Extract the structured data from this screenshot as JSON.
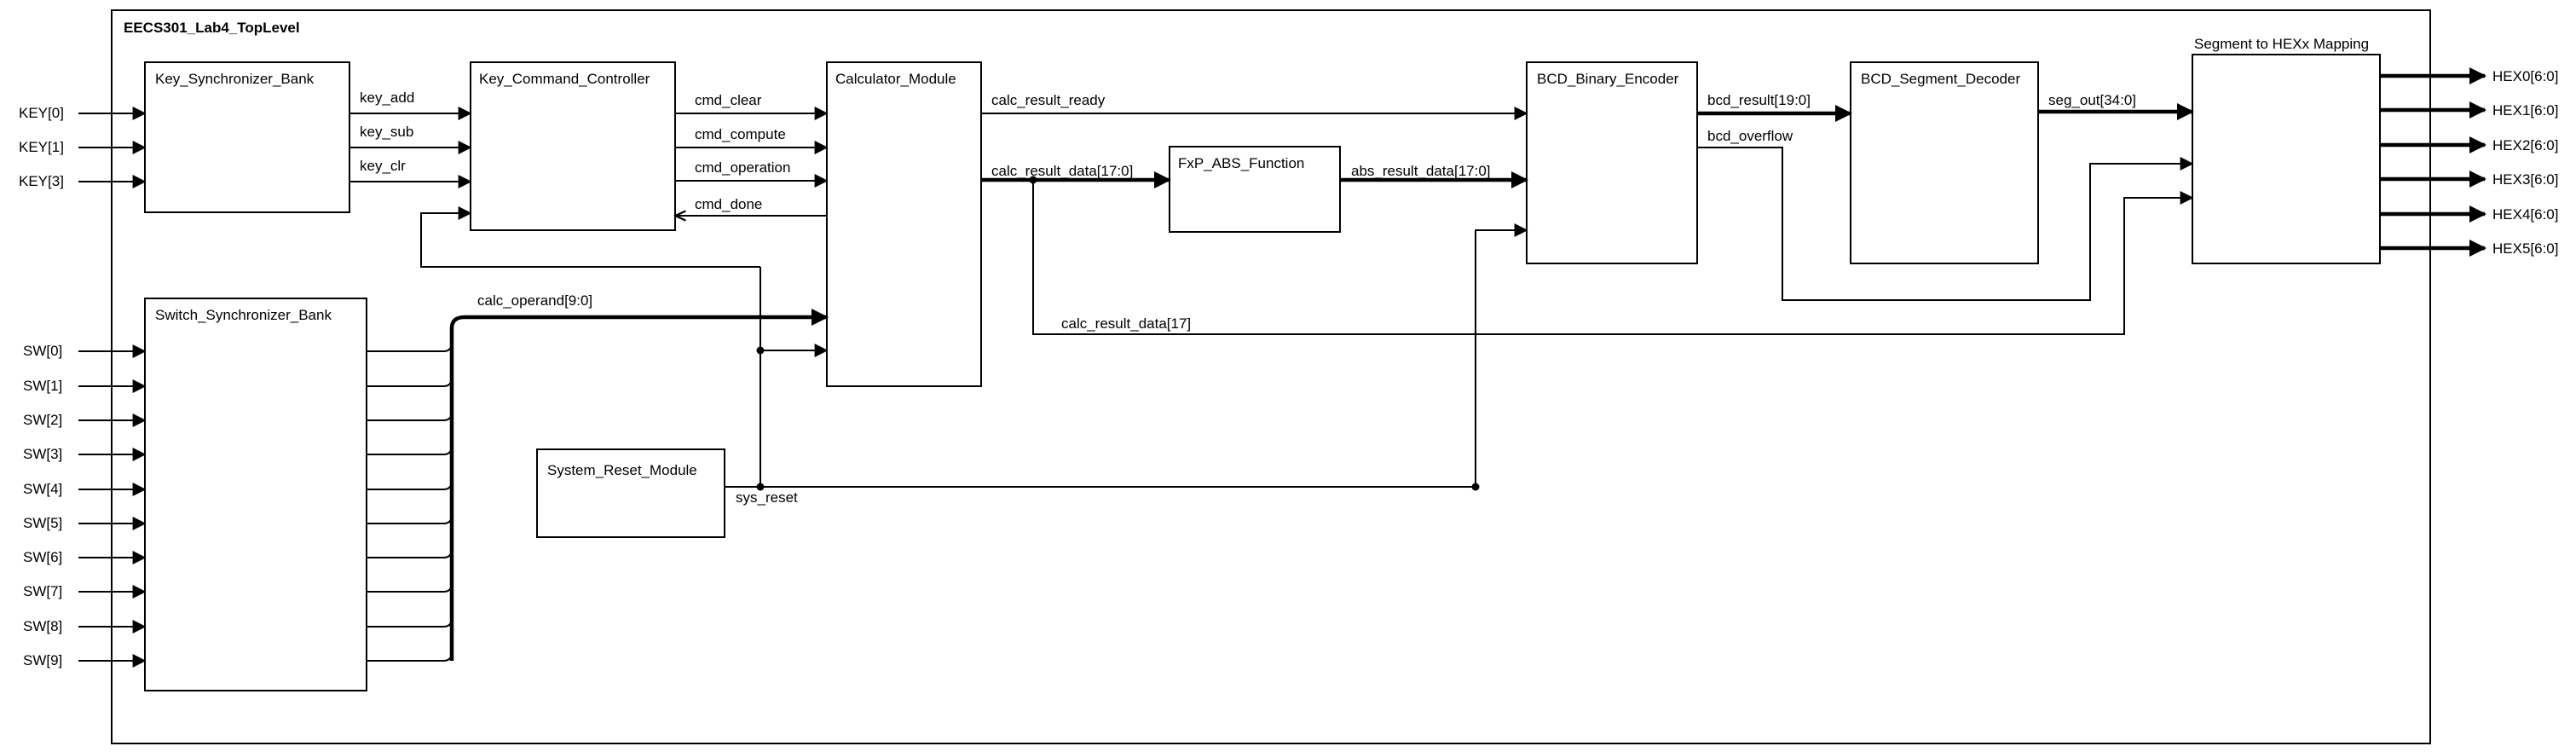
{
  "diagram": {
    "title": "EECS301_Lab4_TopLevel",
    "blocks": {
      "key_sync": "Key_Synchronizer_Bank",
      "key_cmd": "Key_Command_Controller",
      "calc": "Calculator_Module",
      "fxp_abs": "FxP_ABS_Function",
      "bcd_enc": "BCD_Binary_Encoder",
      "bcd_seg": "BCD_Segment_Decoder",
      "seg_map": "Segment to HEXx Mapping",
      "sw_sync": "Switch_Synchronizer_Bank",
      "sys_reset": "System_Reset_Module"
    },
    "inputs": {
      "keys": [
        "KEY[0]",
        "KEY[1]",
        "KEY[3]"
      ],
      "switches": [
        "SW[0]",
        "SW[1]",
        "SW[2]",
        "SW[3]",
        "SW[4]",
        "SW[5]",
        "SW[6]",
        "SW[7]",
        "SW[8]",
        "SW[9]"
      ]
    },
    "outputs": [
      "HEX0[6:0]",
      "HEX1[6:0]",
      "HEX2[6:0]",
      "HEX3[6:0]",
      "HEX4[6:0]",
      "HEX5[6:0]"
    ],
    "signals": {
      "key_add": "key_add",
      "key_sub": "key_sub",
      "key_clr": "key_clr",
      "cmd_clear": "cmd_clear",
      "cmd_compute": "cmd_compute",
      "cmd_operation": "cmd_operation",
      "cmd_done": "cmd_done",
      "calc_result_ready": "calc_result_ready",
      "calc_result_data": "calc_result_data[17:0]",
      "calc_result_data_17": "calc_result_data[17]",
      "abs_result_data": "abs_result_data[17:0]",
      "bcd_result": "bcd_result[19:0]",
      "bcd_overflow": "bcd_overflow",
      "seg_out": "seg_out[34:0]",
      "calc_operand": "calc_operand[9:0]",
      "sys_reset": "sys_reset"
    }
  }
}
